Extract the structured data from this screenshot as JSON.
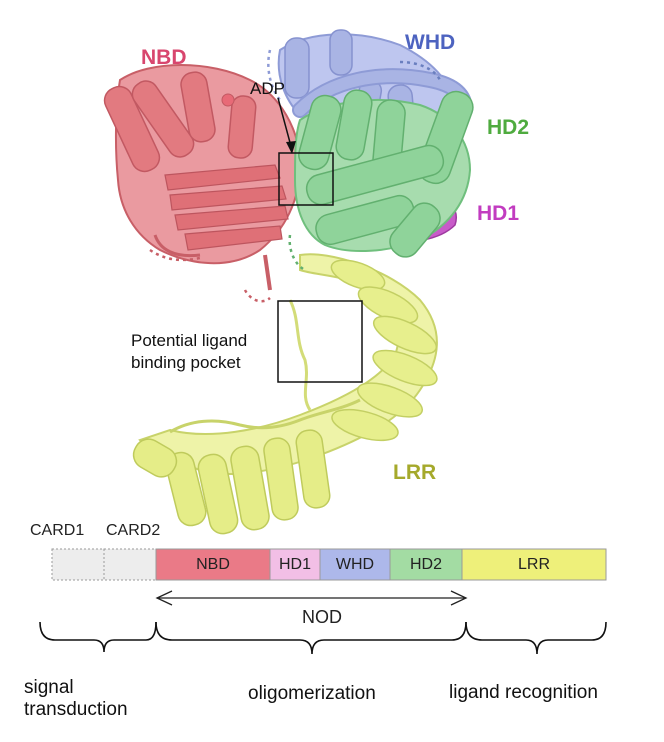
{
  "colors": {
    "nbd": "#e27a80",
    "nbd_dark": "#c85f67",
    "whd": "#a9b4e4",
    "whd_dark": "#8e9bd6",
    "hd2": "#8fd39a",
    "hd2_dark": "#6fbf7d",
    "hd1": "#c85bc9",
    "lrr": "#e7ef8d",
    "lrr_dark": "#c8d36a",
    "card": "#e6e6e6",
    "nbd_label": "#d8466e",
    "whd_label": "#4d63c0",
    "hd2_label": "#4fab3f",
    "hd1_label": "#c23cc0",
    "lrr_label": "#a5a92b"
  },
  "structure_labels": {
    "nbd": "NBD",
    "whd": "WHD",
    "hd2": "HD2",
    "hd1": "HD1",
    "lrr": "LRR",
    "adp": "ADP",
    "pocket": "Potential ligand\nbinding pocket"
  },
  "domain_bar": {
    "card1": "CARD1",
    "card2": "CARD2",
    "segments": [
      {
        "key": "nbd",
        "label": "NBD",
        "color": "#ea7a87"
      },
      {
        "key": "hd1",
        "label": "HD1",
        "color": "#f2bfe6"
      },
      {
        "key": "whd",
        "label": "WHD",
        "color": "#adb8ea"
      },
      {
        "key": "hd2",
        "label": "HD2",
        "color": "#a3dca3"
      },
      {
        "key": "lrr",
        "label": "LRR",
        "color": "#eef07a"
      }
    ],
    "nod": "NOD"
  },
  "functions": {
    "signal": "signal\ntransduction",
    "oligomerization": "oligomerization",
    "ligand": "ligand recognition"
  }
}
